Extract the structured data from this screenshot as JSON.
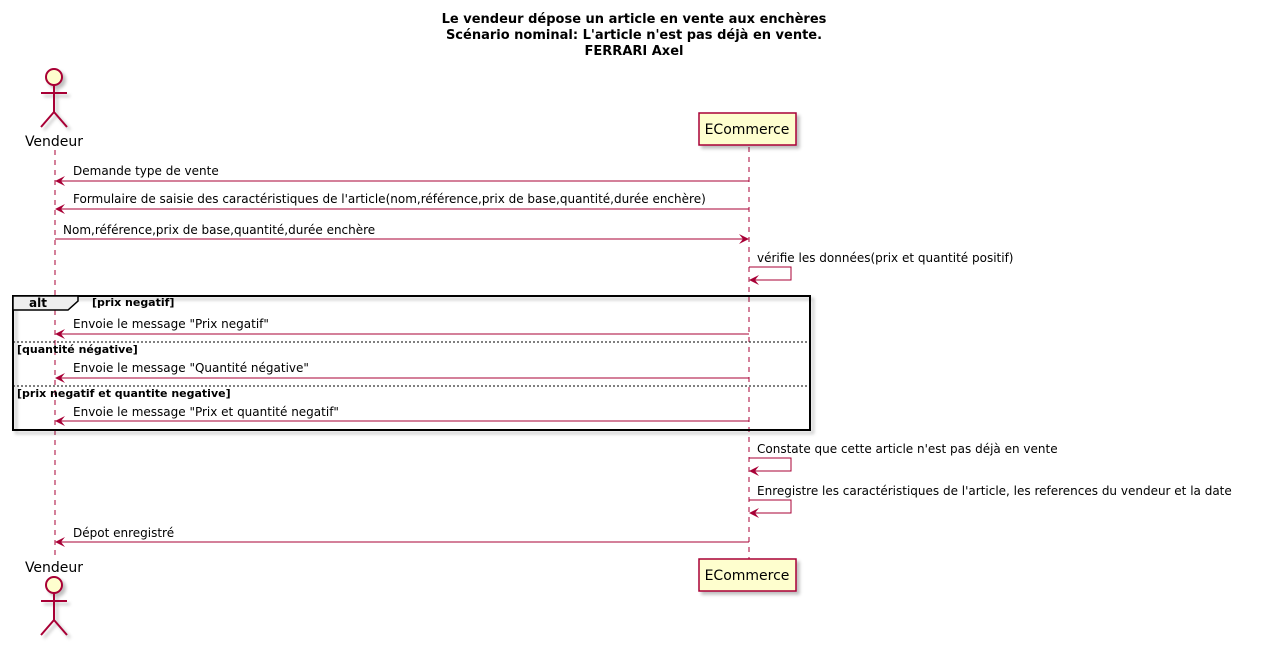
{
  "diagram": {
    "title": {
      "line1": "Le vendeur dépose un article en vente aux enchères",
      "line2": "Scénario nominal: L'article n'est pas déjà en vente.",
      "line3": "FERRARI Axel"
    },
    "participants": {
      "vendeur": "Vendeur",
      "ecommerce": "ECommerce"
    },
    "messages": [
      "Demande type de vente",
      "Formulaire de saisie des caractéristiques de l'article(nom,référence,prix de base,quantité,durée enchère)",
      "Nom,référence,prix de base,quantité,durée enchère",
      "vérifie les données(prix et quantité positif)",
      "Envoie le message \"Prix negatif\"",
      "Envoie le message \"Quantité négative\"",
      "Envoie le message \"Prix et quantité negatif\"",
      "Constate que cette article n'est pas déjà en vente",
      "Enregistre les caractéristiques de l'article, les references du vendeur et la date",
      "Dépot enregistré"
    ],
    "fragment": {
      "keyword": "alt",
      "guards": [
        "[prix negatif]",
        "[quantité négative]",
        "[prix negatif et quantite negative]"
      ]
    },
    "colors": {
      "line": "#A80036",
      "participant_fill": "#FEFECE",
      "shadow": "#C8C8C8"
    }
  }
}
